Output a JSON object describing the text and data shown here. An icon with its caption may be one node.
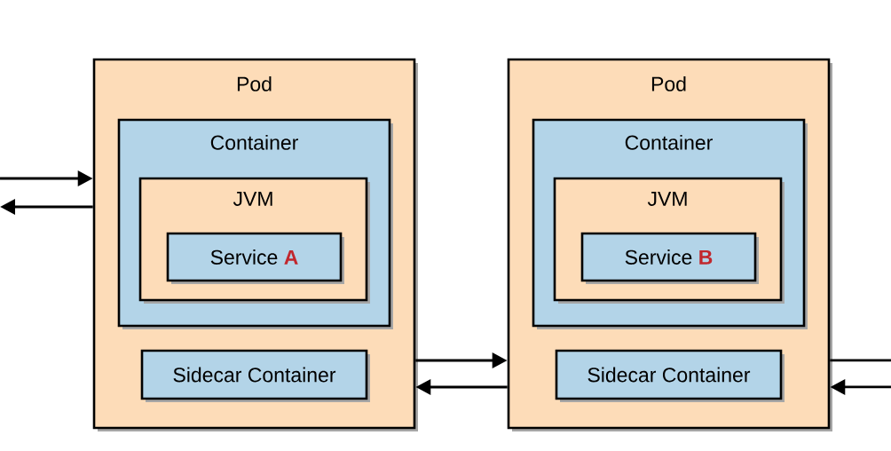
{
  "diagram": {
    "nodes": [
      {
        "text": [
          "Pod"
        ]
      },
      {
        "text": [
          "Container"
        ],
        "in": 0
      },
      {
        "text": [
          "JVM"
        ],
        "in": 1
      },
      {
        "text": [
          "Service **A**"
        ],
        "in": 2
      },
      {
        "text": [
          "Sidecar Container"
        ],
        "in": 0
      },
      {
        "text": [
          "Pod"
        ]
      },
      {
        "text": [
          "Container"
        ],
        "in": 5
      },
      {
        "text": [
          "JVM"
        ],
        "in": 6
      },
      {
        "text": [
          "Service **B**"
        ],
        "in": 7
      },
      {
        "text": [
          "Sidecar Container"
        ],
        "in": 5
      }
    ],
    "edges": [
      {
        "from": null,
        "to": 0,
        "arrow": "to"
      },
      {
        "from": 0,
        "to": null,
        "arrow": "to"
      },
      {
        "from": 0,
        "to": 5,
        "arrow": "to"
      },
      {
        "from": 5,
        "to": 0,
        "arrow": "to"
      },
      {
        "from": 5,
        "to": null,
        "arrow": "none"
      },
      {
        "from": null,
        "to": 5,
        "arrow": "to"
      }
    ]
  }
}
